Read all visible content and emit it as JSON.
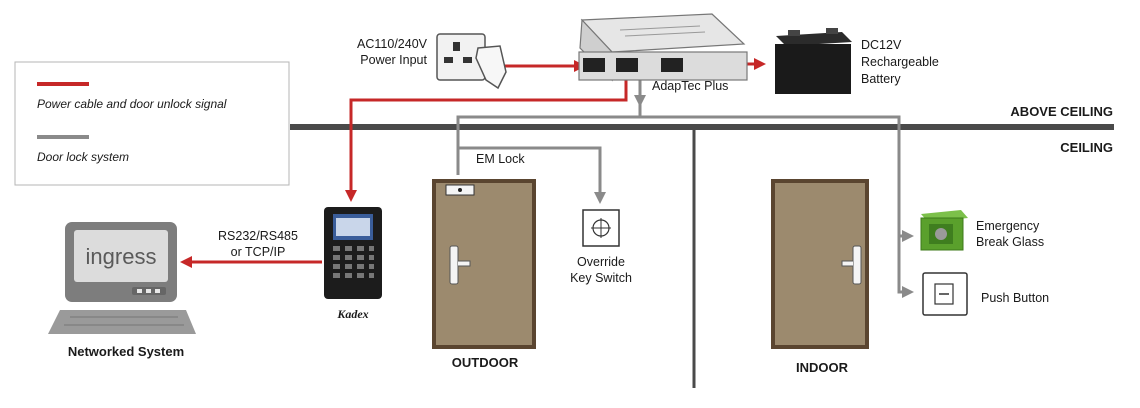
{
  "legend": {
    "items": [
      {
        "label": "Power cable and door unlock signal",
        "color": "#c62828"
      },
      {
        "label": "Door lock system",
        "color": "#8a8a8a"
      }
    ]
  },
  "labels": {
    "power_input": [
      "AC110/240V",
      "Power Input"
    ],
    "battery": [
      "DC12V",
      "Rechargeable",
      "Battery"
    ],
    "adaptec": "AdapTec Plus",
    "above_ceiling": "ABOVE CEILING",
    "ceiling": "CEILING",
    "em_lock": "EM Lock",
    "override": [
      "Override",
      "Key Switch"
    ],
    "emergency": [
      "Emergency",
      "Break Glass"
    ],
    "push_button": "Push Button",
    "rs": [
      "RS232/RS485",
      "or TCP/IP"
    ],
    "networked": "Networked System",
    "outdoor": "OUTDOOR",
    "indoor": "INDOOR",
    "brand_logo": "ingress",
    "reader_brand": "Kadex"
  },
  "colors": {
    "power_line": "#c62828",
    "lock_line": "#8a8a8a",
    "ceiling": "#4a4a4a",
    "door": "#9c8a6e",
    "door_frame": "#5a4530",
    "break_glass": "#5aa02c"
  }
}
